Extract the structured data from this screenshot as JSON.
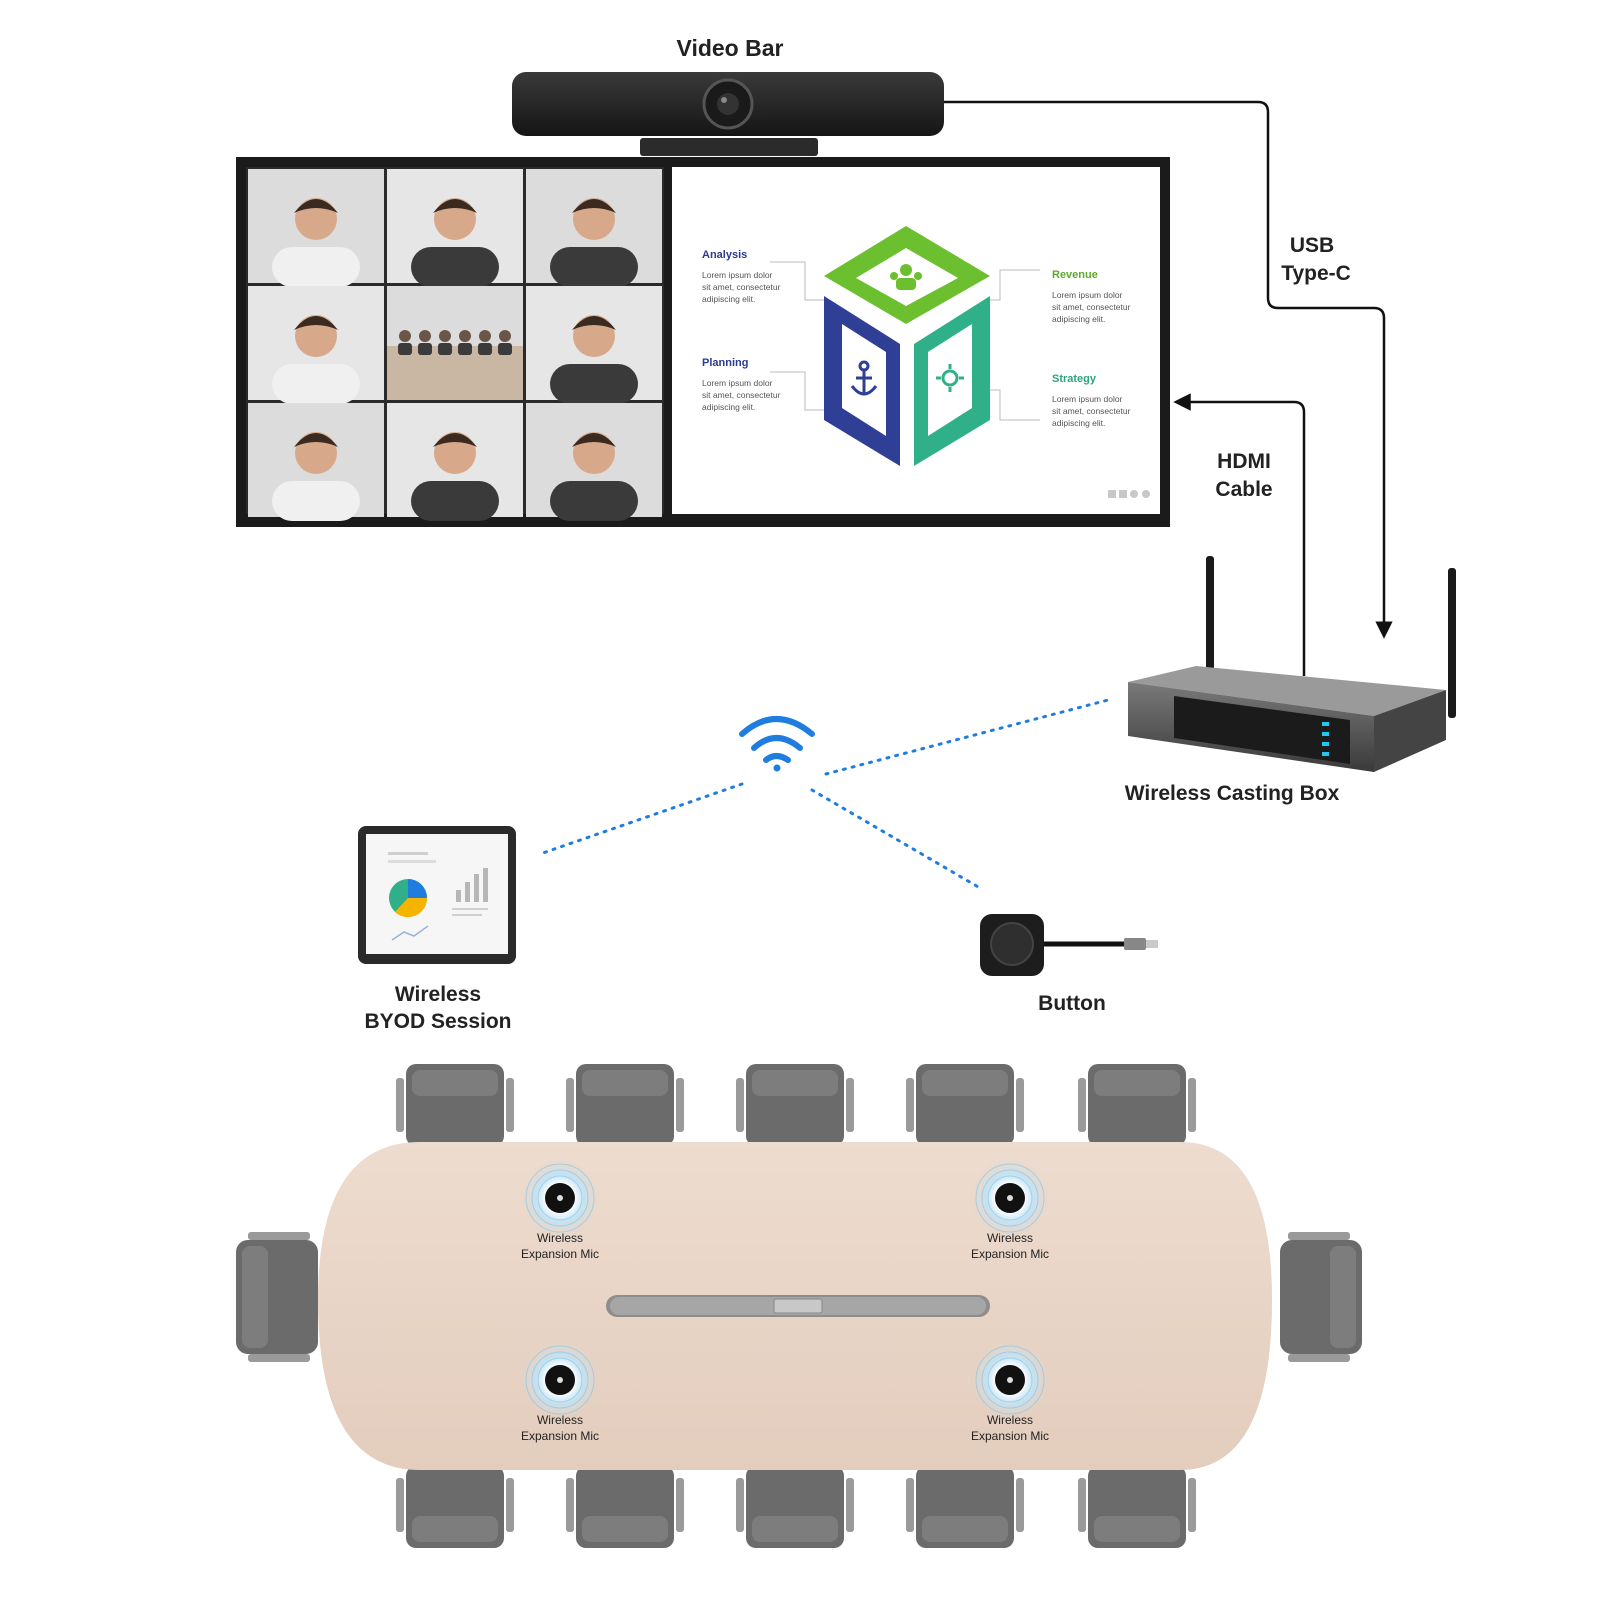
{
  "labels": {
    "video_bar": "Video Bar",
    "usb_line1": "USB",
    "usb_line2": "Type-C",
    "hdmi_line1": "HDMI",
    "hdmi_line2": "Cable",
    "casting_box": "Wireless Casting Box",
    "byod_line1": "Wireless",
    "byod_line2": "BYOD Session",
    "button": "Button"
  },
  "slide": {
    "sections": [
      {
        "title": "Analysis",
        "color": "#2b3a8f",
        "lines": [
          "Lorem ipsum dolor",
          "sit amet, consectetur",
          "adipiscing elit."
        ]
      },
      {
        "title": "Planning",
        "color": "#2b3a8f",
        "lines": [
          "Lorem ipsum dolor",
          "sit amet, consectetur",
          "adipiscing elit."
        ]
      },
      {
        "title": "Revenue",
        "color": "#5fa82d",
        "lines": [
          "Lorem ipsum dolor",
          "sit amet, consectetur",
          "adipiscing elit."
        ]
      },
      {
        "title": "Strategy",
        "color": "#2ea57a",
        "lines": [
          "Lorem ipsum dolor",
          "sit amet, consectetur",
          "adipiscing elit."
        ]
      }
    ]
  },
  "mics": [
    {
      "line1": "Wireless",
      "line2": "Expansion Mic"
    },
    {
      "line1": "Wireless",
      "line2": "Expansion Mic"
    },
    {
      "line1": "Wireless",
      "line2": "Expansion Mic"
    },
    {
      "line1": "Wireless",
      "line2": "Expansion Mic"
    }
  ],
  "colors": {
    "wifi": "#1f7de0",
    "table": "#e8d5c6",
    "chair": "#6b6b6b",
    "cube_green": "#6cbf2f",
    "cube_navy": "#2f3f96",
    "cube_teal": "#2fb089",
    "led": "#27c4f0"
  }
}
